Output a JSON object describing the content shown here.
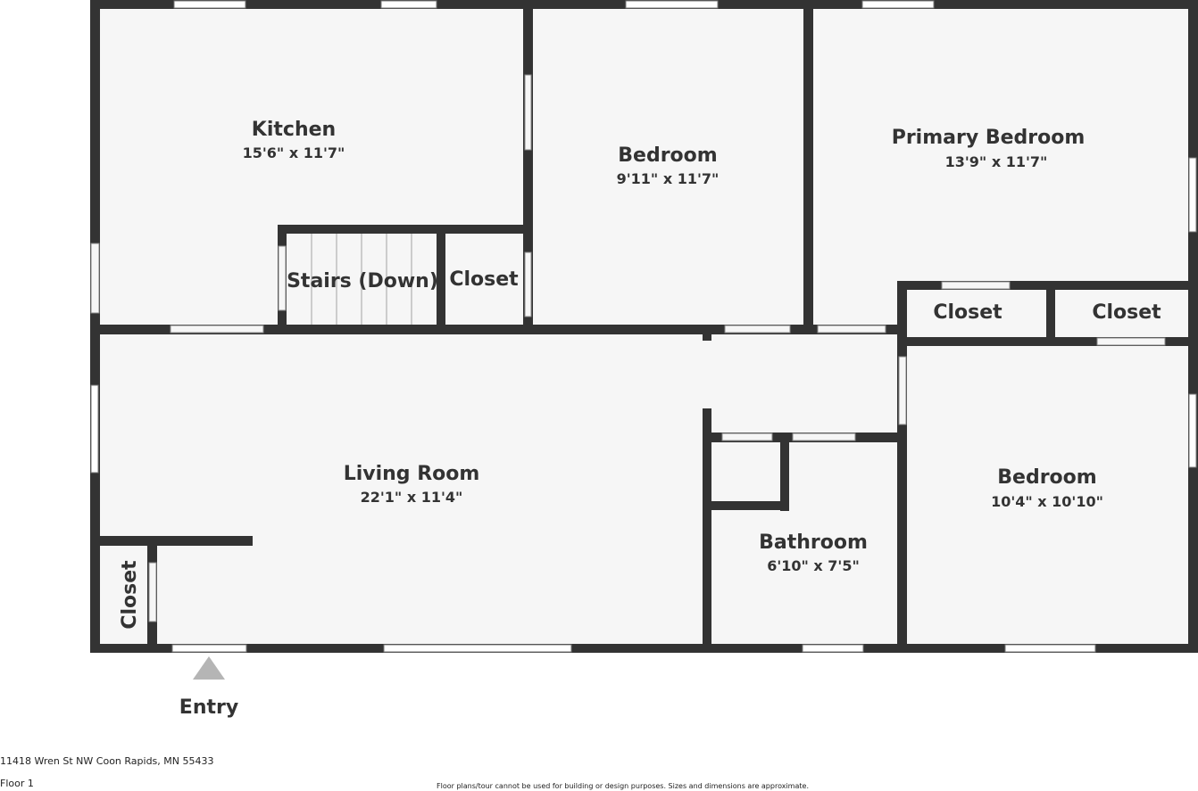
{
  "rooms": {
    "kitchen": {
      "name": "Kitchen",
      "dims": "15'6\" x 11'7\""
    },
    "bedroom_top": {
      "name": "Bedroom",
      "dims": "9'11\" x 11'7\""
    },
    "primary_bedroom": {
      "name": "Primary Bedroom",
      "dims": "13'9\" x 11'7\""
    },
    "stairs": {
      "name": "Stairs (Down)"
    },
    "closet_kitchen": {
      "name": "Closet"
    },
    "closet_mid": {
      "name": "Closet"
    },
    "closet_right": {
      "name": "Closet"
    },
    "closet_entry": {
      "name": "Closet"
    },
    "living_room": {
      "name": "Living Room",
      "dims": "22'1\" x 11'4\""
    },
    "bathroom": {
      "name": "Bathroom",
      "dims": "6'10\" x 7'5\""
    },
    "bedroom_right": {
      "name": "Bedroom",
      "dims": "10'4\" x 10'10\""
    }
  },
  "entry": {
    "label": "Entry"
  },
  "footer": {
    "address": "11418 Wren St NW Coon Rapids, MN 55433",
    "floor": "Floor 1",
    "disclaimer": "Floor plans/tour cannot be used for building or design purposes. Sizes and dimensions are approximate."
  },
  "colors": {
    "wall": "#333333",
    "floor": "#f6f6f6",
    "window": "#ffffff",
    "text": "#333333"
  }
}
